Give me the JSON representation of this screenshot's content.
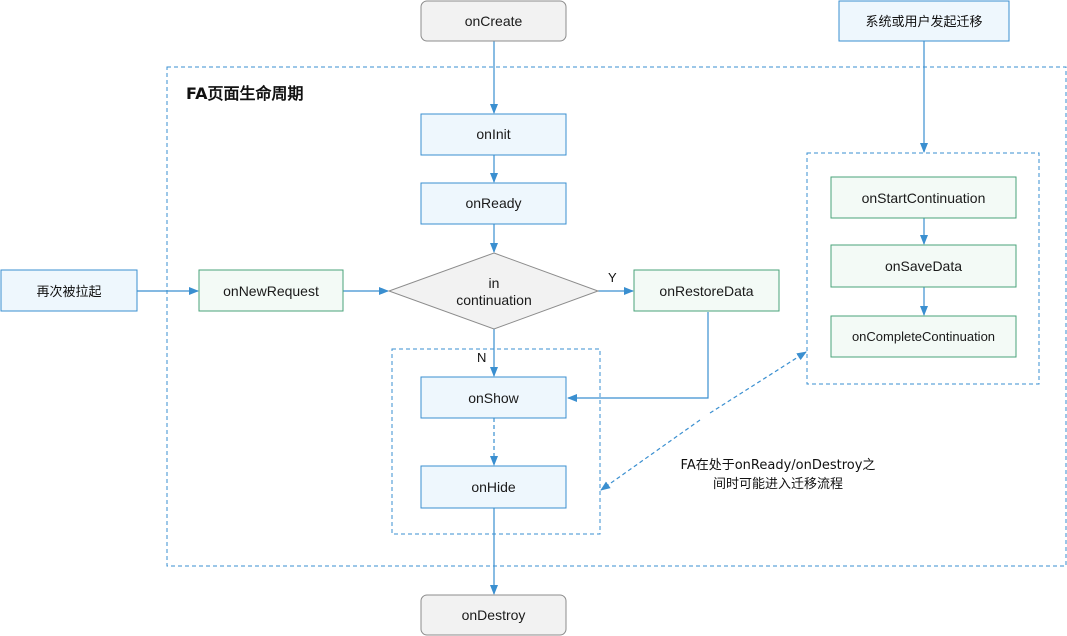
{
  "title": "FA页面生命周期",
  "nodes": {
    "on_create": "onCreate",
    "on_init": "onInit",
    "on_ready": "onReady",
    "relaunch": "再次被拉起",
    "on_new_request": "onNewRequest",
    "decision_line1": "in",
    "decision_line2": "continuation",
    "on_restore_data": "onRestoreData",
    "on_show": "onShow",
    "on_hide": "onHide",
    "on_destroy": "onDestroy",
    "migration_trigger": "系统或用户发起迁移",
    "on_start_continuation": "onStartContinuation",
    "on_save_data": "onSaveData",
    "on_complete_continuation": "onCompleteContinuation"
  },
  "labels": {
    "yes": "Y",
    "no": "N"
  },
  "note": {
    "line1": "FA在处于onReady/onDestroy之",
    "line2": "间时可能进入迁移流程"
  },
  "colors": {
    "arrow": "#3a8fd0",
    "dashed_border": "#3a8fd0",
    "blue_fill": "#eef7fd",
    "blue_stroke": "#3a8fd0",
    "green_fill": "#f3faf6",
    "green_stroke": "#4aa37a",
    "gray_fill": "#f2f2f2",
    "gray_stroke": "#8c8c8c"
  }
}
